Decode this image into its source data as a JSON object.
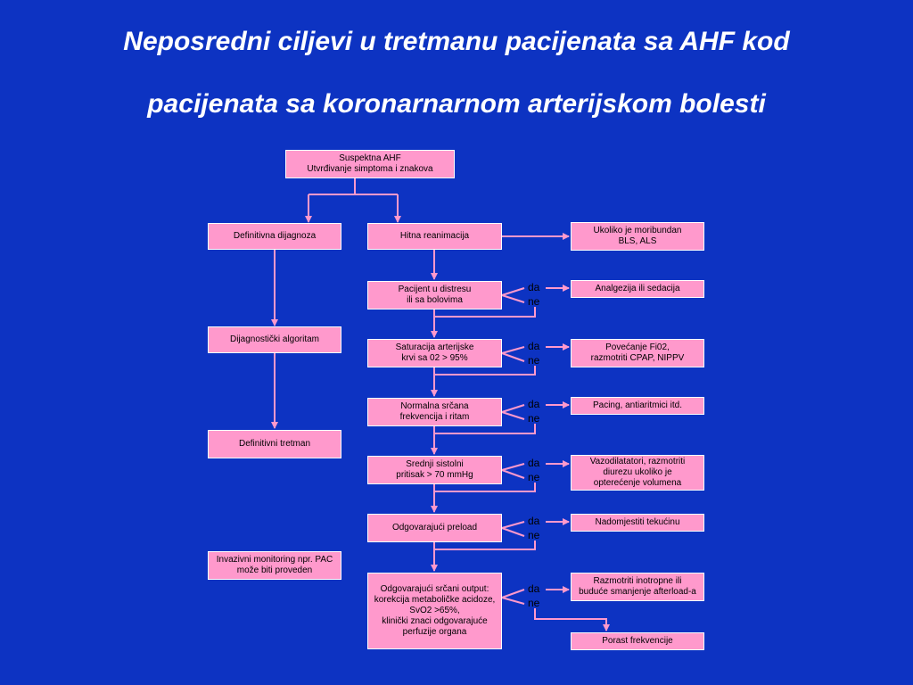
{
  "title": {
    "line1": "Neposredni ciljevi u tretmanu pacijenata sa AHF  kod",
    "line2": "pacijenata sa koronarnarnom arterijskom bolesti"
  },
  "colors": {
    "background": "#0d33c2",
    "box_fill": "#ff99cc",
    "connector": "#ff99cc",
    "title_text": "#ffffff"
  },
  "flowchart": {
    "start": "Suspektna AHF\nUtvrđivanje simptoma i znakova",
    "left": {
      "definitive_diagnosis": "Definitivna dijagnoza",
      "diagnostic_algorithm": "Dijagnostički algoritam",
      "definitive_treatment": "Definitivni tretman",
      "invasive_monitoring": "Invazivni monitoring npr. PAC\nmože biti proveden"
    },
    "resuscitation": "Hitna reanimacija",
    "moribund": "Ukoliko je moribundan\nBLS, ALS",
    "yes_label": "da",
    "no_label": "ne",
    "steps": [
      {
        "question": "Pacijent u distresu\nili sa bolovima",
        "action": "Analgezija ili sedacija"
      },
      {
        "question": "Saturacija arterijske\nkrvi sa 02 > 95%",
        "action": "Povećanje Fi02,\nrazmotriti CPAP, NIPPV"
      },
      {
        "question": "Normalna srčana\nfrekvencija i ritam",
        "action": "Pacing, antiaritmici itd."
      },
      {
        "question": "Srednji sistolni\npritisak > 70 mmHg",
        "action": "Vazodilatatori, razmotriti\ndiurezu ukoliko je\nopterećenje volumena"
      },
      {
        "question": "Odgovarajući preload",
        "action": "Nadomjestiti tekućinu"
      },
      {
        "question": "Odgovarajući srčani output:\nkorekcija metaboličke acidoze,\nSvO2 >65%,\nklinički znaci odgovarajuće\nperfuzije organa",
        "action": "Razmotriti inotropne ili\nbuduće smanjenje afterload-a"
      }
    ],
    "final_action": "Porast frekvencije"
  }
}
